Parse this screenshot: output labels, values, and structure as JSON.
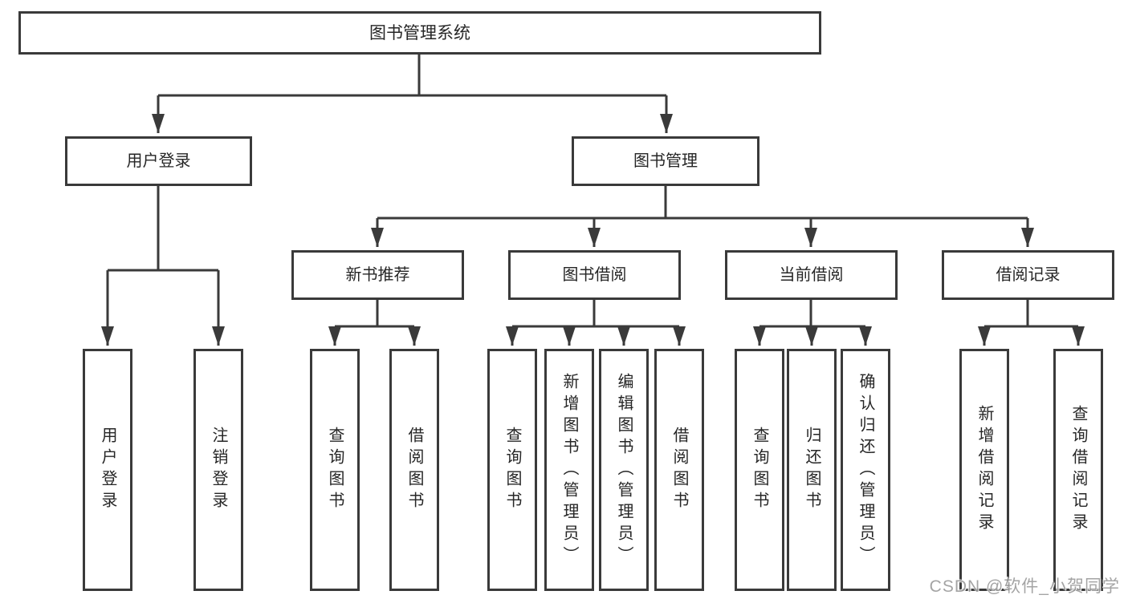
{
  "diagram": {
    "root": {
      "label": "图书管理系统"
    },
    "branches": [
      {
        "label": "用户登录",
        "children": [
          {
            "label": "用户登录"
          },
          {
            "label": "注销登录"
          }
        ]
      },
      {
        "label": "图书管理",
        "children": [
          {
            "label": "新书推荐",
            "children": [
              {
                "label": "查询图书"
              },
              {
                "label": "借阅图书"
              }
            ]
          },
          {
            "label": "图书借阅",
            "children": [
              {
                "label": "查询图书"
              },
              {
                "label": "新增图书（管理员）"
              },
              {
                "label": "编辑图书（管理员）"
              },
              {
                "label": "借阅图书"
              }
            ]
          },
          {
            "label": "当前借阅",
            "children": [
              {
                "label": "查询图书"
              },
              {
                "label": "归还图书"
              },
              {
                "label": "确认归还（管理员）"
              }
            ]
          },
          {
            "label": "借阅记录",
            "children": [
              {
                "label": "新增借阅记录"
              },
              {
                "label": "查询借阅记录"
              }
            ]
          }
        ]
      }
    ]
  },
  "watermark": {
    "text": "CSDN @软件_小贺同学"
  },
  "colors": {
    "line": "#3a3a3a",
    "box_border": "#3a3a3a",
    "text": "#262626",
    "background": "#ffffff",
    "watermark": "#9b9b9b"
  }
}
